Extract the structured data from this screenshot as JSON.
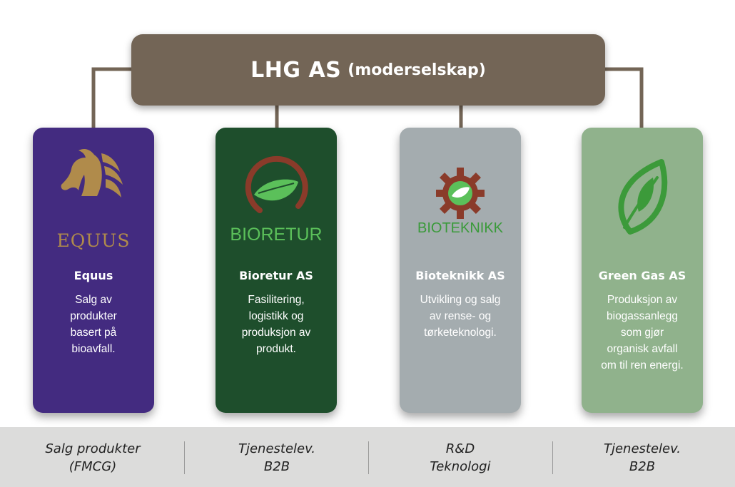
{
  "parent": {
    "name": "LHG AS",
    "qualifier": "(moderselskap)"
  },
  "companies": [
    {
      "logo_text": "EQUUS",
      "name": "Equus",
      "description": "Salg av\nprodukter\nbasert på\nbioavfall.",
      "category": "Salg produkter\n(FMCG)"
    },
    {
      "logo_text": "BIORETUR",
      "name": "Bioretur AS",
      "description": "Fasilitering,\nlogistikk og\nproduksjon av\nprodukt.",
      "category": "Tjenestelev.\nB2B"
    },
    {
      "logo_text": "BIOTEKNIKK",
      "name": "Bioteknikk AS",
      "description": "Utvikling og salg\nav rense- og\ntørketeknologi.",
      "category": "R&D\nTeknologi"
    },
    {
      "logo_text": "",
      "name": "Green Gas AS",
      "description": "Produksjon av\nbiogassanlegg\nsom gjør\norganisk avfall\nom til ren energi.",
      "category": "Tjenestelev.\nB2B"
    }
  ],
  "colors": {
    "parent": "#736556",
    "equus": "#432b80",
    "bioretur": "#1e4e2c",
    "bioteknikk": "#a4acaf",
    "green_gas": "#90b28c",
    "band": "#dcdcdb"
  }
}
